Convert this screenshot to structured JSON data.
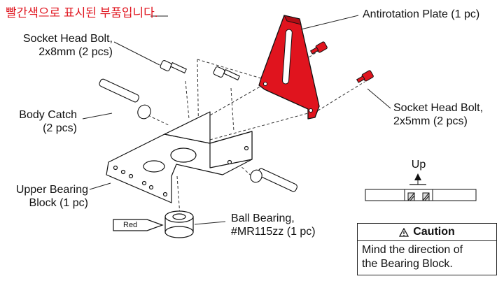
{
  "note": "빨간색으로 표시된 부품입니다.",
  "labels": {
    "antirotation_plate": "Antirotation Plate (1 pc)",
    "socket_bolt_8_line1": "Socket Head Bolt,",
    "socket_bolt_8_line2": "2x8mm (2 pcs)",
    "socket_bolt_5_line1": "Socket Head Bolt,",
    "socket_bolt_5_line2": "2x5mm (2 pcs)",
    "body_catch_line1": "Body Catch",
    "body_catch_line2": "(2 pcs)",
    "upper_bearing_line1": "Upper Bearing",
    "upper_bearing_line2": "Block (1 pc)",
    "ball_bearing_line1": "Ball Bearing,",
    "ball_bearing_line2": "#MR115zz (1 pc)",
    "tag": "Red",
    "up": "Up"
  },
  "caution": {
    "title": "Caution",
    "line1": "Mind the direction of",
    "line2": "the Bearing Block."
  },
  "colors": {
    "highlight": "#e0141e",
    "line": "#222222"
  }
}
